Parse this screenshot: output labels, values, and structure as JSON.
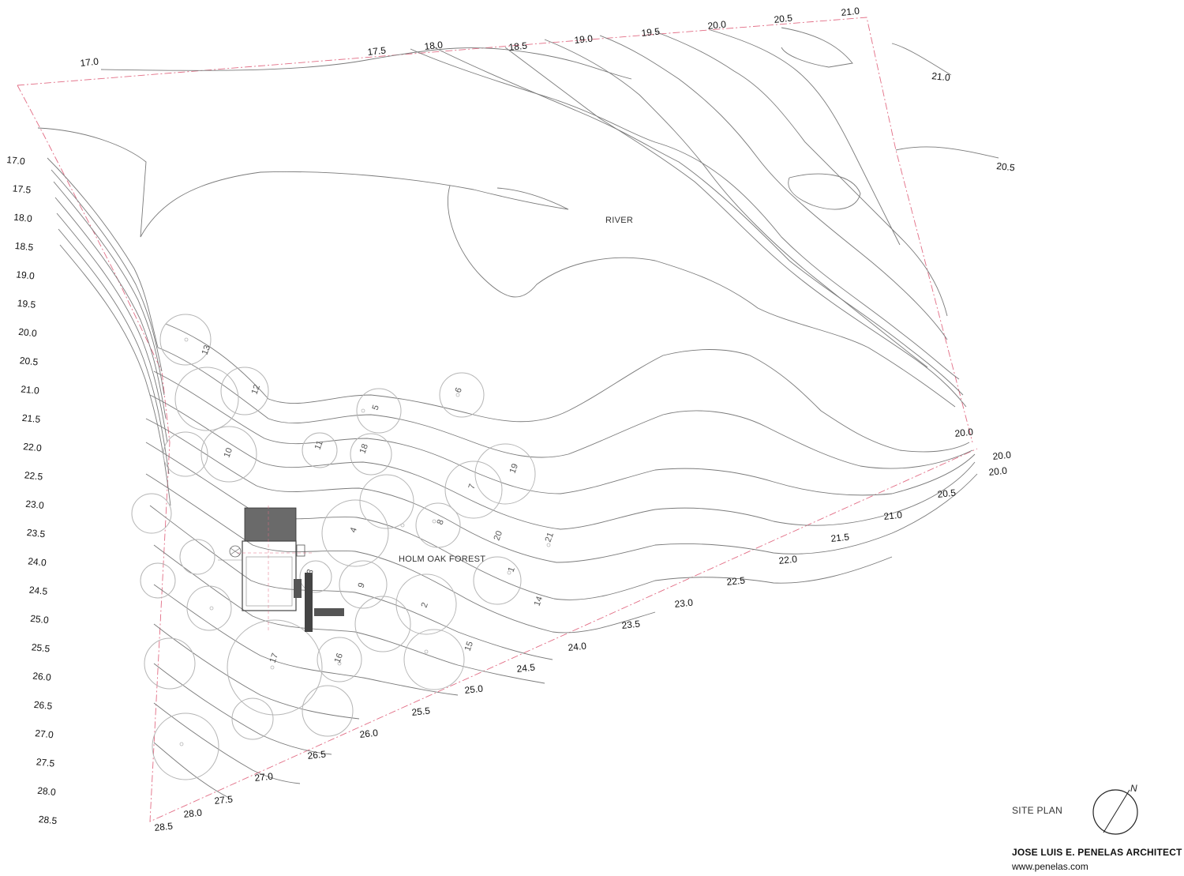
{
  "labels": {
    "river": "RIVER",
    "forest": "HOLM OAK FOREST",
    "title": "SITE PLAN",
    "architect": "JOSE LUIS E. PENELAS ARCHITECT",
    "website": "www.penelas.com",
    "north": "N"
  },
  "elevations_top": [
    "17.0",
    "17.5",
    "18.0",
    "18.5",
    "19.0",
    "19.5",
    "20.0",
    "20.5",
    "21.0"
  ],
  "elevations_right": [
    "21.0",
    "20.5"
  ],
  "elevations_left": [
    "17.0",
    "17.5",
    "18.0",
    "18.5",
    "19.0",
    "19.5",
    "20.0",
    "20.5",
    "21.0",
    "21.5",
    "22.0",
    "22.5",
    "23.0",
    "23.5",
    "24.0",
    "24.5",
    "25.0",
    "25.5",
    "26.0",
    "26.5",
    "27.0",
    "27.5",
    "28.0",
    "28.5"
  ],
  "elevations_bottom": [
    "20.0",
    "20.0",
    "20.0",
    "20.5",
    "21.0",
    "21.5",
    "22.0",
    "22.5",
    "23.0",
    "23.5",
    "24.0",
    "24.5",
    "25.0",
    "25.5",
    "26.0",
    "26.5",
    "27.0",
    "27.5",
    "28.0",
    "28.5"
  ],
  "trees": [
    "1",
    "2",
    "3",
    "4",
    "5",
    "6",
    "7",
    "8",
    "9",
    "10",
    "11",
    "12",
    "13",
    "14",
    "15",
    "16",
    "17",
    "18",
    "19"
  ],
  "contour_numbers": [
    "20",
    "21"
  ],
  "colors": {
    "contour": "#7a7a7a",
    "boundary": "#e26d85",
    "trees": "#b5b5b5",
    "building": "#555555"
  }
}
